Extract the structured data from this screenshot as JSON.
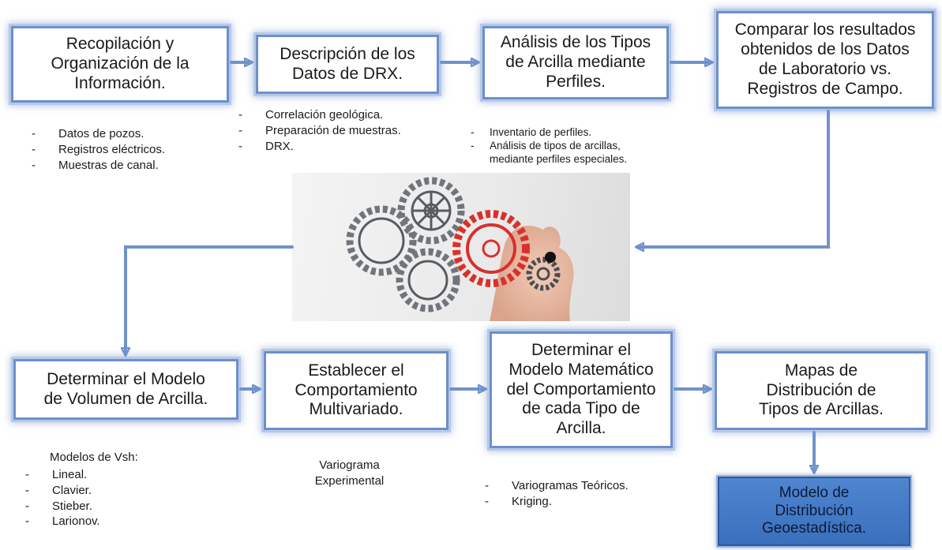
{
  "top_boxes": [
    {
      "text": "Recopilación y\nOrganización de la\nInformación."
    },
    {
      "text": "Descripción de los\nDatos de DRX."
    },
    {
      "text": "Análisis de los Tipos\nde Arcilla mediante\nPerfiles."
    },
    {
      "text": "Comparar los resultados\nobtenidos de los Datos\nde Laboratorio vs.\nRegistros de Campo."
    }
  ],
  "top_notes": [
    [
      "Datos de pozos.",
      "Registros eléctricos.",
      "Muestras de canal."
    ],
    [
      "Correlación geológica.",
      "Preparación de muestras.",
      "DRX."
    ],
    [
      "Inventario de perfiles.",
      "Análisis de tipos de arcillas,",
      "mediante perfiles especiales."
    ]
  ],
  "bottom_boxes": [
    {
      "text": "Determinar el Modelo\nde Volumen de Arcilla."
    },
    {
      "text": "Establecer el\nComportamiento\nMultivariado."
    },
    {
      "text": "Determinar el\nModelo Matemático\ndel Comportamiento\nde cada Tipo de\nArcilla."
    },
    {
      "text": "Mapas de\nDistribución de\nTipos de Arcillas."
    }
  ],
  "final_box": {
    "text": "Modelo de\nDistribución\nGeoestadística."
  },
  "bottom_notes": {
    "vsh_title": "Modelos de Vsh:",
    "vsh_items": [
      "Lineal.",
      "Clavier.",
      "Stieber.",
      "Larionov."
    ],
    "variograma": "Variograma\nExperimental",
    "teoricos": [
      "Variogramas Teóricos.",
      "Kriging."
    ]
  },
  "colors": {
    "arrow": "#7092cc",
    "box_border": "#6d8fcb",
    "final_fill": "#4a80cc",
    "gear_red": "#d8312b",
    "gear_gray": "#6f7378"
  }
}
